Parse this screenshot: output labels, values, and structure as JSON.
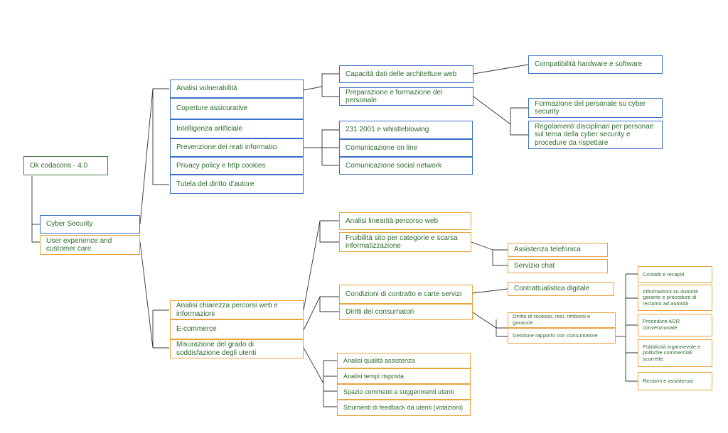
{
  "root": {
    "label": "Ok codacons - 4.0"
  },
  "branches": {
    "cyber": "Cyber Security",
    "ux": "User experience and customer care"
  },
  "cyber_items": [
    "Analisi vulnerabilità",
    "Coperture assicurative",
    "Intelligenza artificiale",
    "Prevenzione dei reati informatici",
    "Privacy policy e http cookies",
    "Tutela del diritto d'autore"
  ],
  "vuln_items": [
    "Capacità dati delle architetture web",
    "Preparazione e formazione del personale"
  ],
  "capacity_item": "Compatibilità hardware e software",
  "training_items": [
    "Formazione del personale su cyber security",
    "Regolamenti disciplinari per personae sul tema della cyber security e procedure da rispettare"
  ],
  "prevention_items": [
    "231 2001 e whistleblowing",
    "Comunicazione on line",
    "Comunicazione social network"
  ],
  "ux_items": [
    "Analisi chiarezza percorsi web e informazioni",
    "E-commerce",
    "Misurazione del grado di soddisfazione degli utenti"
  ],
  "web_items": [
    "Analisi linearità percorso web",
    "Fruibilità sito per categorie e scarsa informatizzazione"
  ],
  "fruibility_items": [
    "Assistenza telefonica",
    "Servizio chat"
  ],
  "ecommerce_items": [
    "Condizioni di contratto e carte servizi",
    "Diritti dei consumatori"
  ],
  "contract_item": "Contrattualistica digitale",
  "rights_items": [
    "Diritto di recesso, resi, rimborsi e garanzie",
    "Gestione rapporto con consumatore"
  ],
  "management_items": [
    "Contatti e recapiti",
    "Informazioni su autorità garante e procedure di reclamo ad autorità",
    "Procedure ADR convenzionate",
    "Pubblicità ingannevole e politiche commerciali scorrette",
    "Reclami e assistenza"
  ],
  "satisfaction_items": [
    "Analisi qualità assistenza",
    "Analisi tempi risposta",
    "Spazio commenti e suggerimenti utenti",
    "Strumenti di feedback da utenti (votazioni)"
  ],
  "colors": {
    "blue": "#3b6fc4",
    "orange": "#e8a33a",
    "green_border": "#4a7a4a",
    "text": "#2f6b2f",
    "line": "#333333"
  }
}
